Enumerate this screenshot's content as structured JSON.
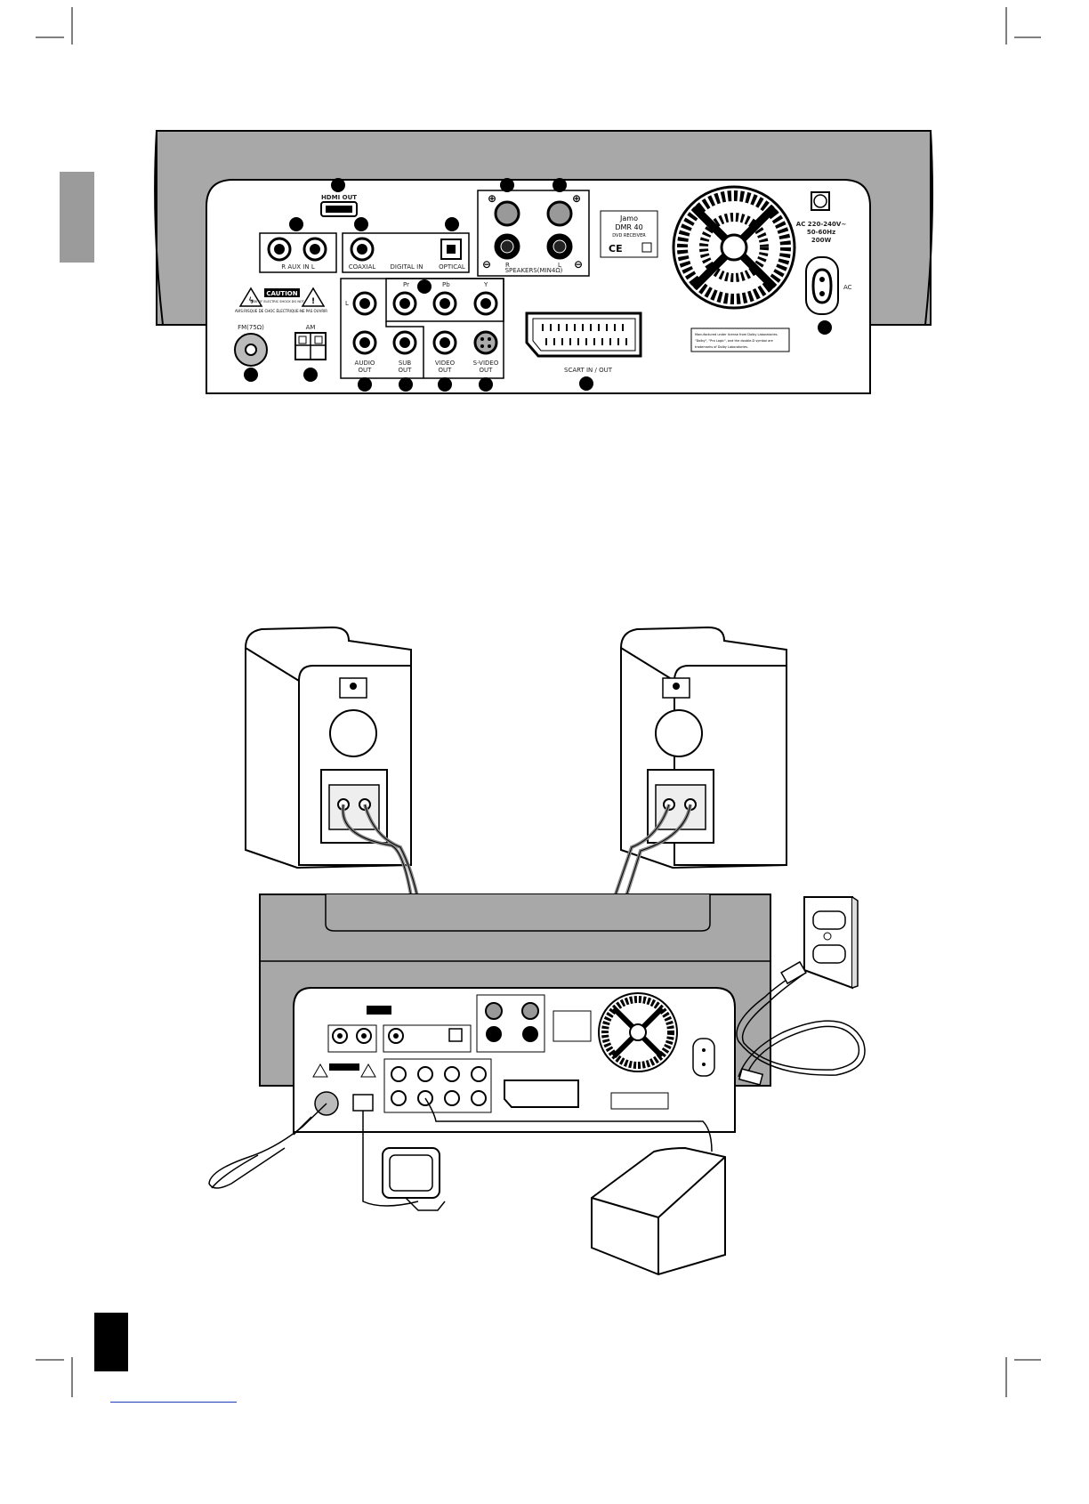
{
  "labels": {
    "hdmi_out": "HDMI OUT",
    "aux_in": "R   AUX IN   L",
    "coaxial": "COAXIAL",
    "digital_in": "DIGITAL IN",
    "optical": "OPTICAL",
    "speakers": "SPEAKERS(MIN4Ω)",
    "spk_r": "R",
    "spk_l": "L",
    "brand": "Jamo",
    "model": "DMR 40",
    "model_sub": "DVD RECEIVER",
    "ce": "CE",
    "ac_rating_1": "AC 220-240V~",
    "ac_rating_2": "50-60Hz",
    "ac_rating_3": "200W",
    "ac": "AC",
    "caution": "CAUTION",
    "caution_sub": "RISK OF ELECTRIC SHOCK DO NOT OPEN",
    "caution_fr": "AVIS:RISQUE DE CHOC ÉLECTRIQUE-NE PAS OUVRIR",
    "l_label": "L",
    "pr": "Pr",
    "pb": "Pb",
    "y": "Y",
    "fm": "FM(75Ω)",
    "am": "AM",
    "audio_out_1": "AUDIO",
    "audio_out_2": "OUT",
    "sub_out_1": "SUB",
    "sub_out_2": "OUT",
    "video_out_1": "VIDEO",
    "video_out_2": "OUT",
    "svideo_out_1": "S-VIDEO",
    "svideo_out_2": "OUT",
    "scart": "SCART IN / OUT",
    "dolby_1": "Manufactured under license from Dolby Laboratories.",
    "dolby_2": "\"Dolby\", \"Pro Logic\", and the double-D symbol are",
    "dolby_3": "trademarks of Dolby Laboratories."
  },
  "colors": {
    "chassis_gray": "#a8a8a8",
    "panel_white": "#ffffff",
    "tab_gray": "#9b9b9b",
    "page_tab_black": "#000000",
    "link_blue": "#1c39bb"
  },
  "icons": [
    "hdmi-port-icon",
    "rca-jack-icon",
    "optical-port-icon",
    "speaker-terminal-icon",
    "cooling-fan-icon",
    "ac-inlet-icon",
    "scart-connector-icon",
    "s-video-jack-icon",
    "fm-antenna-jack-icon",
    "am-terminal-icon",
    "caution-triangle-icon",
    "bookshelf-speaker-icon",
    "subwoofer-icon",
    "wall-outlet-icon",
    "am-loop-antenna-icon",
    "fm-wire-antenna-icon"
  ]
}
